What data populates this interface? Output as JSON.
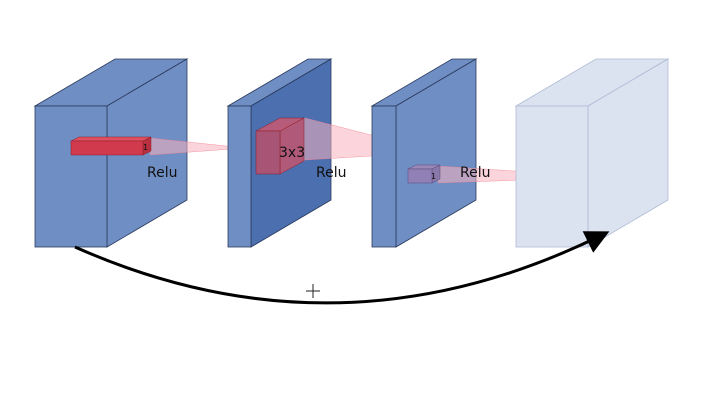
{
  "labels": {
    "relu_1": "Relu",
    "relu_2": "Relu",
    "relu_3": "Relu",
    "kernel_3x3": "3x3",
    "kernel_1_first": "1",
    "kernel_1_second": "1",
    "sum_symbol": "+"
  },
  "colors": {
    "block_front": "#6f8ec3",
    "block_side": "#6f8ec3",
    "block_top": "#6f8ec3",
    "block2_side": "#4b6faf",
    "block4_fill": "#dbe2f0",
    "outline": "#2a3a5c",
    "kernel_red": "#d13a4c",
    "kernel_red_faded": "#b36b8a",
    "receptive_field": "#f7b3bd",
    "skip_arrow": "#000000"
  }
}
